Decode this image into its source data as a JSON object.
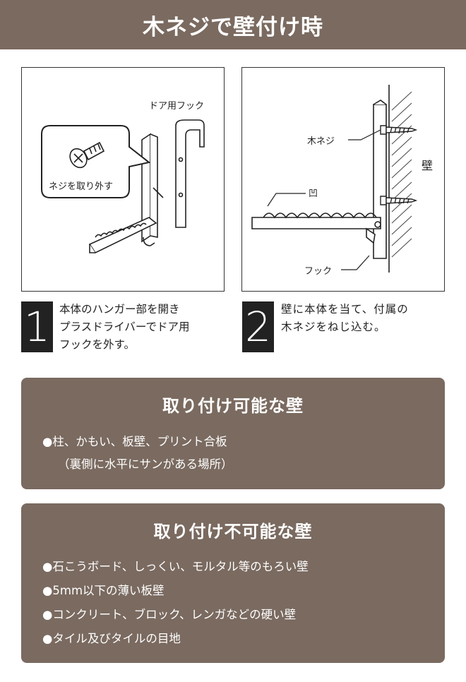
{
  "header": {
    "title": "木ネジで壁付け時"
  },
  "panel1": {
    "door_hook_label": "ドア用フック",
    "callout_label": "ネジを取り外す"
  },
  "panel2": {
    "screw_label": "木ネジ",
    "wall_label": "壁",
    "notch_label": "凹",
    "hook_label": "フック"
  },
  "steps": [
    {
      "number": "1",
      "lines": [
        "本体のハンガー部を開き",
        "プラスドライバーでドア用",
        "フックを外す。"
      ]
    },
    {
      "number": "2",
      "lines": [
        "壁に本体を当て、付属の",
        "木ネジをねじ込む。"
      ]
    }
  ],
  "possible": {
    "title": "取り付け可能な壁",
    "items": [
      "●柱、かもい、板壁、プリント合板",
      "（裏側に水平にサンがある場所）"
    ]
  },
  "impossible": {
    "title": "取り付け不可能な壁",
    "items": [
      "●石こうボード、しっくい、モルタル等のもろい壁",
      "●5mm以下の薄い板壁",
      "●コンクリート、ブロック、レンガなどの硬い壁",
      "●タイル及びタイルの目地"
    ]
  }
}
